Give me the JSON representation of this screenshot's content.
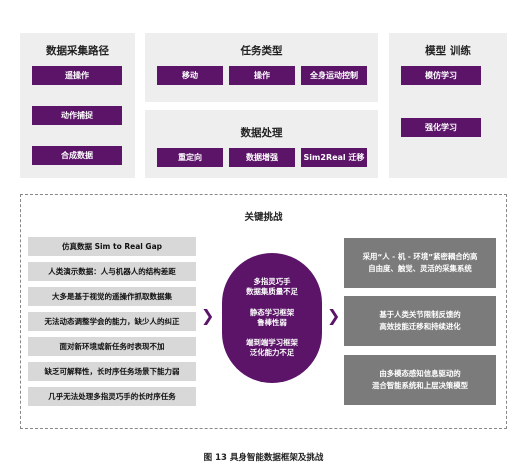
{
  "panels": {
    "data_collection": {
      "title": "数据采集路径",
      "items": [
        "遥操作",
        "动作捕捉",
        "合成数据"
      ]
    },
    "task_type": {
      "title": "任务类型",
      "items": [
        "移动",
        "操作",
        "全身运动控制"
      ]
    },
    "data_processing": {
      "title": "数据处理",
      "items": [
        "重定向",
        "数据增强",
        "Sim2Real 迁移"
      ]
    },
    "model_training": {
      "title": "模型 训练",
      "items": [
        "模仿学习",
        "强化学习"
      ]
    }
  },
  "challenges": {
    "title": "关键挑战",
    "left_items": [
      "仿真数据 Sim to Real Gap",
      "人类演示数据：人与机器人的结构差距",
      "大多是基于视觉的遥操作抓取数据集",
      "无法动态调整学会的能力，缺少人的纠正",
      "面对新环境或新任务时表现不加",
      "缺乏可解释性，长时序任务场景下能力弱",
      "几乎无法处理多指灵巧手的长时序任务"
    ],
    "center": {
      "line1": "多指灵巧手",
      "line2": "数据集质量不足",
      "line3": "静态学习框架",
      "line4": "鲁棒性弱",
      "line5": "端到端学习框架",
      "line6": "泛化能力不足"
    },
    "right_items": [
      {
        "line1": "采用“人 - 机 - 环境”紧密耦合的高",
        "line2": "自由度、触觉、灵活的采集系统"
      },
      {
        "line1": "基于人类关节限制反馈的",
        "line2": "高效技能迁移和持续进化"
      },
      {
        "line1": "由多模态感知信息驱动的",
        "line2": "混合智能系统和上层决策模型"
      }
    ]
  },
  "caption": "图 13  具身智能数据框架及挑战",
  "colors": {
    "accent": "#5b1468",
    "panel_bg": "#eeeeee",
    "left_item_bg": "#d8d8d8",
    "right_box_bg": "#7b7b7b"
  }
}
